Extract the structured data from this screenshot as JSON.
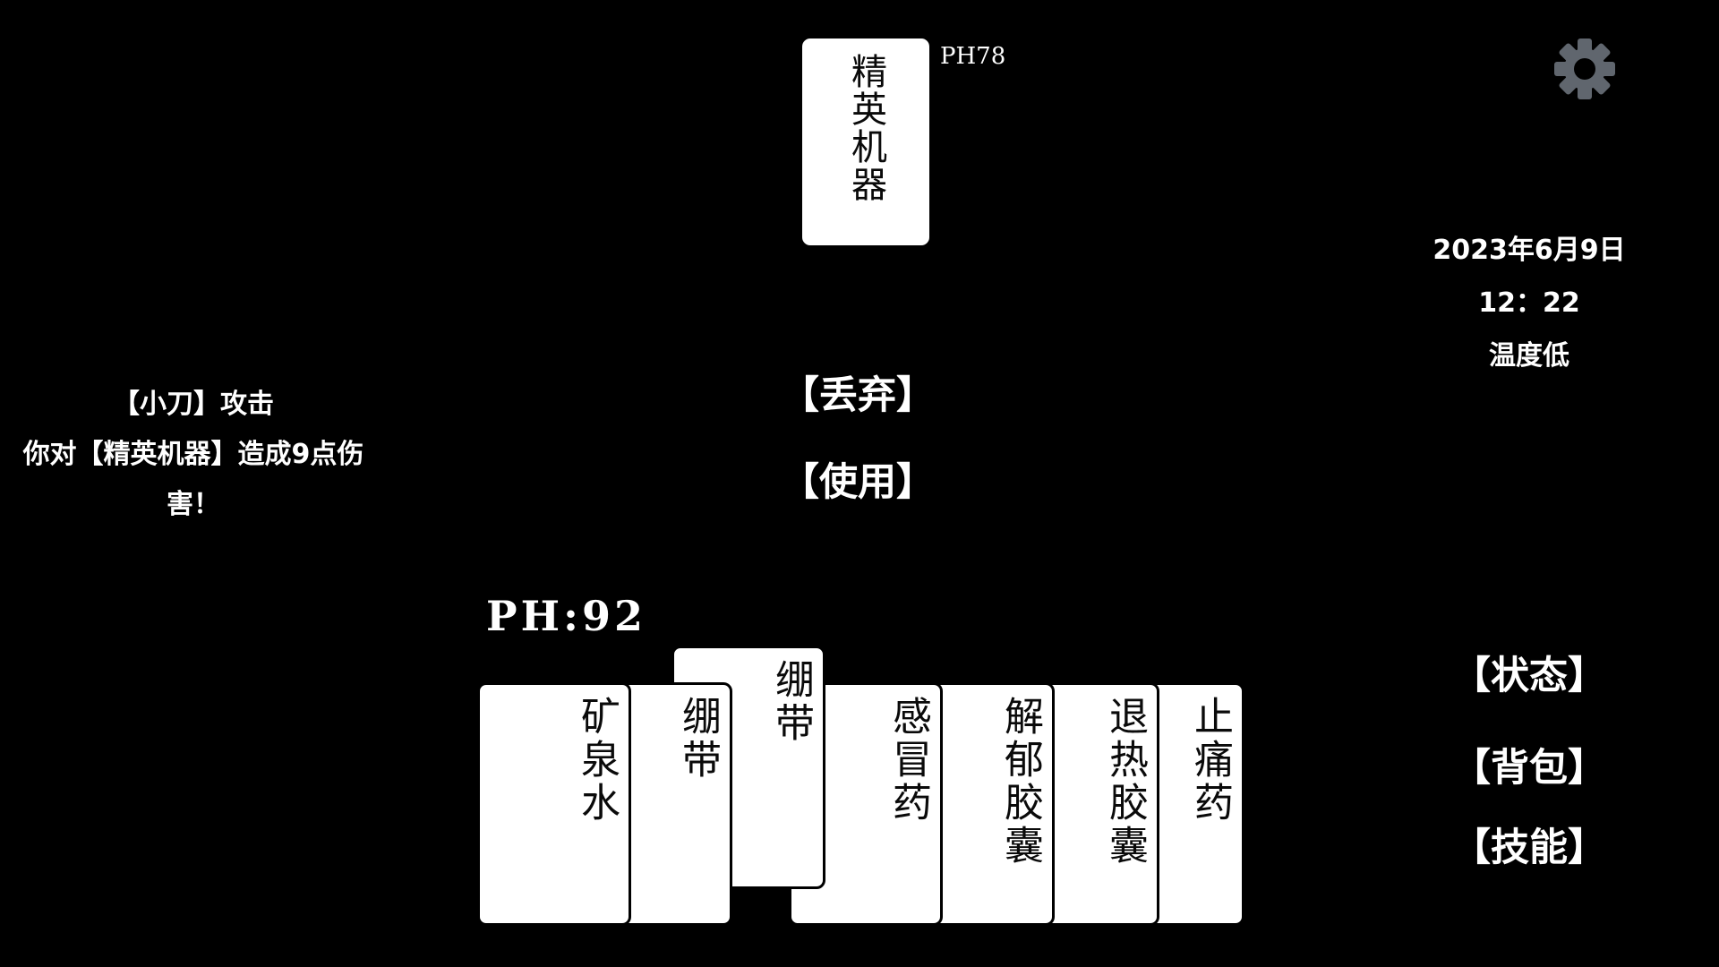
{
  "enemy": {
    "name": "精英机器",
    "ph": "PH78"
  },
  "player": {
    "ph": "PH:92"
  },
  "battle_log": {
    "line1": "【小刀】攻击",
    "line2": "你对【精英机器】造成9点伤害！"
  },
  "actions": {
    "discard": "【丢弃】",
    "use": "【使用】"
  },
  "hand": {
    "cards": [
      {
        "label": "矿泉水",
        "selected": false
      },
      {
        "label": "绷带",
        "selected": false
      },
      {
        "label": "绷带",
        "selected": true
      },
      {
        "label": "感冒药",
        "selected": false
      },
      {
        "label": "解郁胶囊",
        "selected": false
      },
      {
        "label": "退热胶囊",
        "selected": false
      },
      {
        "label": "止痛药",
        "selected": false
      }
    ]
  },
  "status_panel": {
    "date": "2023年6月9日",
    "time": "12：22",
    "temperature": "温度低"
  },
  "menu": {
    "status": "【状态】",
    "backpack": "【背包】",
    "skills": "【技能】"
  },
  "icons": {
    "gear": "settings-gear-icon"
  },
  "colors": {
    "background": "#000000",
    "card_background": "#ffffff",
    "card_border": "#000000",
    "card_text": "#0a0a0a",
    "ui_text": "#ffffff",
    "gear": "#60666e"
  }
}
